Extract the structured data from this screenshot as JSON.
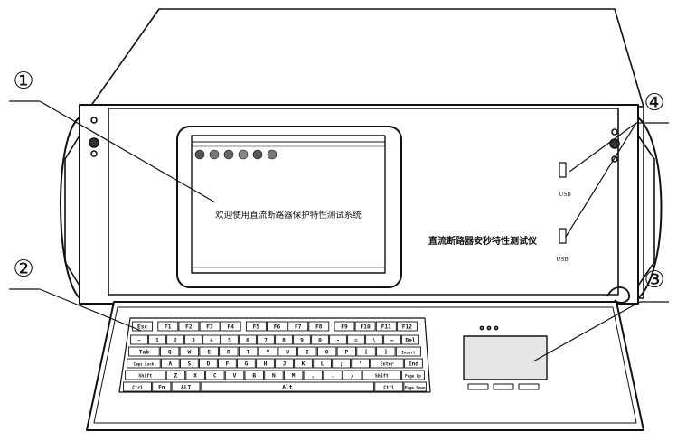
{
  "callouts": [
    {
      "number": "①"
    },
    {
      "number": "②"
    },
    {
      "number": "③"
    },
    {
      "number": "④"
    }
  ],
  "screen": {
    "welcome_text": "欢迎使用直流断路器保护特性测试系统"
  },
  "panel": {
    "title": "直流断路器安秒特性测试仪",
    "usb_labels": [
      "USB",
      "USB"
    ]
  },
  "keyboard": {
    "row_fn": [
      "Esc",
      "F1",
      "F2",
      "F3",
      "F4",
      "F5",
      "F6",
      "F7",
      "F8",
      "F9",
      "F10",
      "F11",
      "F12"
    ],
    "row_num": [
      "~",
      "1",
      "2",
      "3",
      "4",
      "5",
      "6",
      "7",
      "8",
      "9",
      "0",
      "-",
      "=",
      "\\",
      "←",
      "Del"
    ],
    "row_q": [
      "Tab",
      "Q",
      "W",
      "E",
      "R",
      "T",
      "Y",
      "U",
      "I",
      "O",
      "P",
      "[",
      "]",
      "Insert"
    ],
    "row_a": [
      "Caps Lock",
      "A",
      "S",
      "D",
      "F",
      "G",
      "H",
      "J",
      "K",
      "L",
      ";",
      "'",
      "Enter",
      "End"
    ],
    "row_z": [
      "Shift",
      "Z",
      "X",
      "C",
      "V",
      "B",
      "N",
      "M",
      ",",
      ".",
      "/",
      "Shift",
      "Page Up"
    ],
    "row_ctrl": [
      "Ctrl",
      "Fn",
      "ALT",
      "Alt",
      "Ctrl",
      "Page Down"
    ]
  }
}
